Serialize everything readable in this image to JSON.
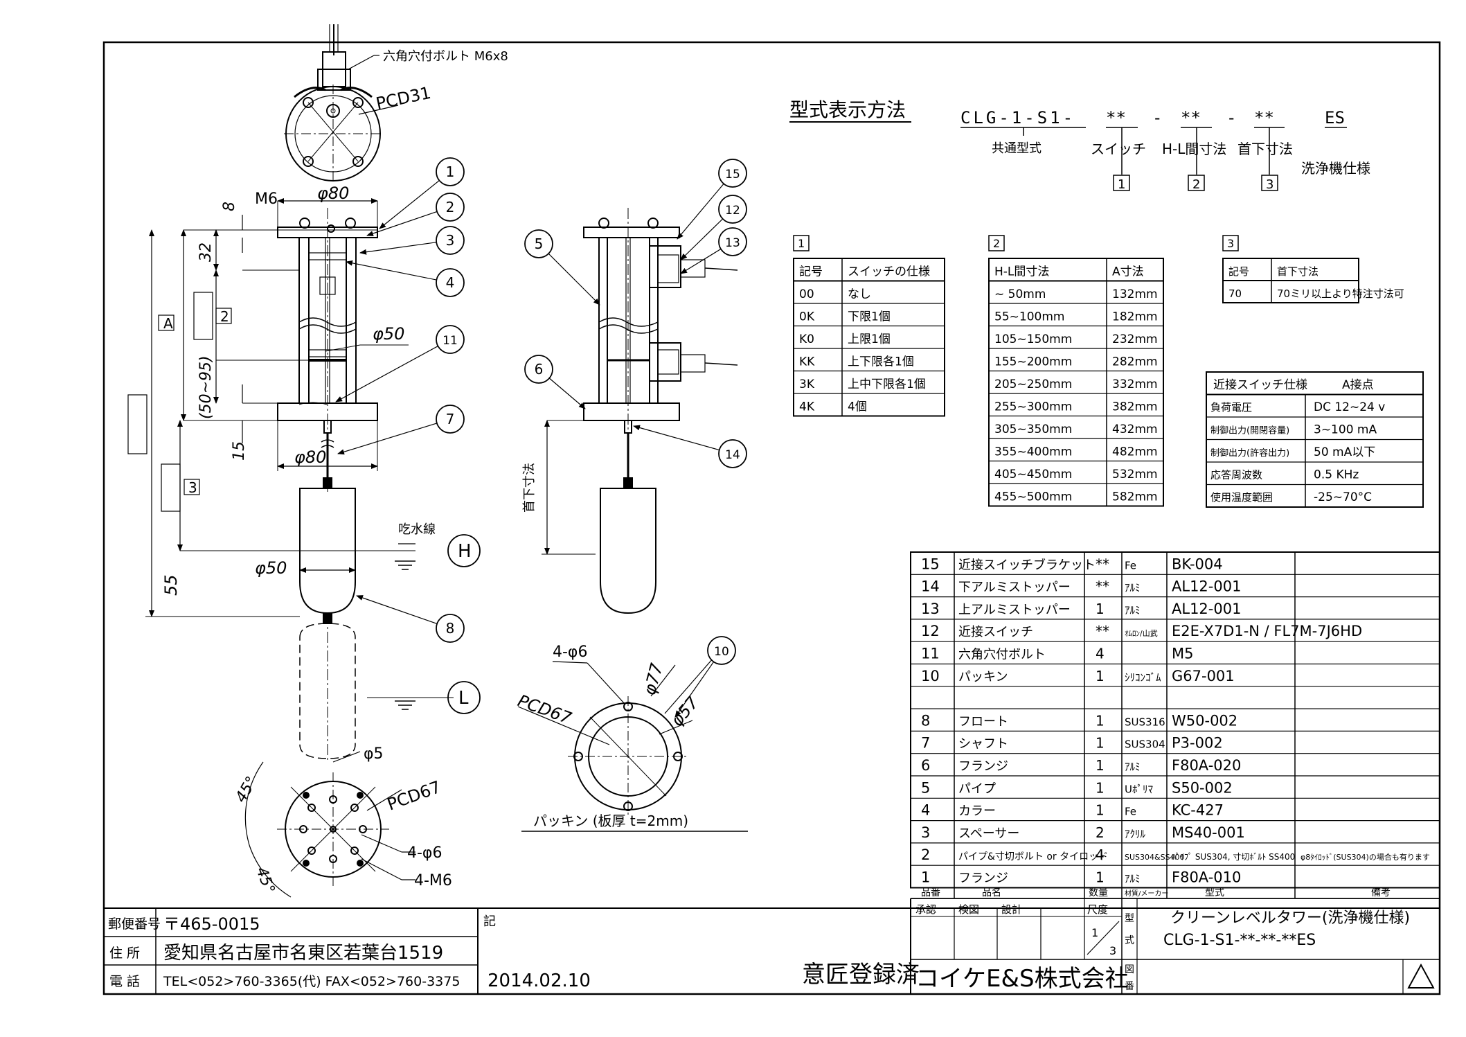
{
  "model_designation": {
    "heading": "型式表示方法",
    "code_parts": [
      "CLG-1-S1-",
      "**",
      "-",
      "**",
      "-",
      "**",
      "ES"
    ],
    "labels": [
      "共通型式",
      "スイッチ",
      "H-L間寸法",
      "首下寸法",
      "洗浄機仕様"
    ],
    "ref_boxes": [
      "1",
      "2",
      "3"
    ]
  },
  "table1": {
    "ref": "1",
    "headers": [
      "記号",
      "スイッチの仕様"
    ],
    "rows": [
      [
        "00",
        "なし"
      ],
      [
        "0K",
        "下限1個"
      ],
      [
        "K0",
        "上限1個"
      ],
      [
        "KK",
        "上下限各1個"
      ],
      [
        "3K",
        "上中下限各1個"
      ],
      [
        "4K",
        "4個"
      ]
    ]
  },
  "table2": {
    "ref": "2",
    "headers": [
      "H-L間寸法",
      "A寸法"
    ],
    "rows": [
      [
        "~ 50mm",
        "132mm"
      ],
      [
        "55~100mm",
        "182mm"
      ],
      [
        "105~150mm",
        "232mm"
      ],
      [
        "155~200mm",
        "282mm"
      ],
      [
        "205~250mm",
        "332mm"
      ],
      [
        "255~300mm",
        "382mm"
      ],
      [
        "305~350mm",
        "432mm"
      ],
      [
        "355~400mm",
        "482mm"
      ],
      [
        "405~450mm",
        "532mm"
      ],
      [
        "455~500mm",
        "582mm"
      ]
    ]
  },
  "table3": {
    "ref": "3",
    "headers": [
      "記号",
      "首下寸法"
    ],
    "rows": [
      [
        "70",
        "70ミリ以上より特注寸法可"
      ]
    ]
  },
  "switch_spec": {
    "title": "近接スイッチ仕様",
    "title2": "A接点",
    "rows": [
      [
        "負荷電圧",
        "DC 12~24 v"
      ],
      [
        "制御出力(開閉容量)",
        "3~100 mA"
      ],
      [
        "制御出力(許容出力)",
        "50 mA以下"
      ],
      [
        "応答周波数",
        "0.5 KHz"
      ],
      [
        "使用温度範囲",
        "-25~70°C"
      ]
    ]
  },
  "parts": {
    "header": [
      "品番",
      "品名",
      "数量",
      "材質/メーカー",
      "型式",
      "備考"
    ],
    "rows": [
      [
        "15",
        "近接スイッチブラケット",
        "**",
        "Fe",
        "BK-004",
        ""
      ],
      [
        "14",
        "下アルミストッパー",
        "**",
        "ｱﾙﾐ",
        "AL12-001",
        ""
      ],
      [
        "13",
        "上アルミストッパー",
        "1",
        "ｱﾙﾐ",
        "AL12-001",
        ""
      ],
      [
        "12",
        "近接スイッチ",
        "**",
        "ｵﾑﾛﾝ/山武",
        "E2E-X7D1-N / FL7M-7J6HD",
        ""
      ],
      [
        "11",
        "六角穴付ボルト",
        "4",
        "",
        "M5",
        ""
      ],
      [
        "10",
        "パッキン",
        "1",
        "ｼﾘｺﾝｺﾞﾑ",
        "G67-001",
        ""
      ],
      [
        "",
        "",
        "",
        "",
        "",
        ""
      ],
      [
        "8",
        "フロート",
        "1",
        "SUS316",
        "W50-002",
        ""
      ],
      [
        "7",
        "シャフト",
        "1",
        "SUS304",
        "P3-002",
        ""
      ],
      [
        "6",
        "フランジ",
        "1",
        "ｱﾙﾐ",
        "F80A-020",
        ""
      ],
      [
        "5",
        "パイプ",
        "1",
        "Uﾎﾟﾘﾏ",
        "S50-002",
        ""
      ],
      [
        "4",
        "カラー",
        "1",
        "Fe",
        "KC-427",
        ""
      ],
      [
        "3",
        "スペーサー",
        "2",
        "ｱｸﾘﾙ",
        "MS40-001",
        ""
      ],
      [
        "2",
        "パイプ&寸切ボルト or タイロッド",
        "4",
        "SUS304&SS400",
        "ﾊﾟｲﾌﾟ SUS304, 寸切ﾎﾞﾙﾄ SS400",
        "φ8ﾀｲﾛｯﾄﾞ(SUS304)の場合も有ります"
      ],
      [
        "1",
        "フランジ",
        "1",
        "ｱﾙﾐ",
        "F80A-010",
        ""
      ]
    ]
  },
  "title_block": {
    "approval_labels": [
      "承認",
      "検図",
      "設計"
    ],
    "scale_label": "尺度",
    "scale_num": "1",
    "scale_den": "3",
    "type_label_1": "型",
    "type_label_2": "式",
    "drawing_label_1": "図",
    "drawing_label_2": "番",
    "product_name": "クリーンレベルタワー(洗浄機仕様)",
    "product_code": "CLG-1-S1-**-**-**ES",
    "design_reg": "意匠登録済",
    "company": "コイケE&S株式会社",
    "note_label": "記",
    "date": "2014.02.10"
  },
  "address": {
    "postal_label": "郵便番号",
    "postal": "〒465-0015",
    "addr_label": "住 所",
    "addr": "愛知県名古屋市名東区若葉台1519",
    "tel_label": "電 話",
    "tel": "TEL<052>760-3365(代) FAX<052>760-3375"
  },
  "annotations": {
    "hex_bolt": "六角穴付ボルト M6x8",
    "pcd31": "PCD31",
    "m6": "M6",
    "phi80_top": "φ80",
    "dim8": "8",
    "dim32": "32",
    "phi50_pipe": "φ50",
    "dim50_95": "(50~95)",
    "dim15": "15",
    "phi80_bottom": "φ80",
    "water_line": "吃水線",
    "phi50_float": "φ50",
    "dim55": "55",
    "label_A": "A",
    "label_2": "2",
    "label_3": "3",
    "H": "H",
    "L": "L",
    "phi5": "φ5",
    "pcd67_bottom": "PCD67",
    "deg45_a": "45°",
    "deg45_b": "45°",
    "holes_4_6": "4-φ6",
    "holes_4_m6": "4-M6",
    "gasket_4_6": "4-φ6",
    "phi77": "φ77",
    "pcd67_gasket": "PCD67",
    "phi57": "φ57",
    "gasket_caption": "パッキン (板厚 t=2mm)",
    "neck_len": "首下寸法",
    "balloons": [
      "1",
      "2",
      "3",
      "4",
      "11",
      "7",
      "8",
      "15",
      "12",
      "13",
      "5",
      "6",
      "14",
      "10"
    ]
  }
}
